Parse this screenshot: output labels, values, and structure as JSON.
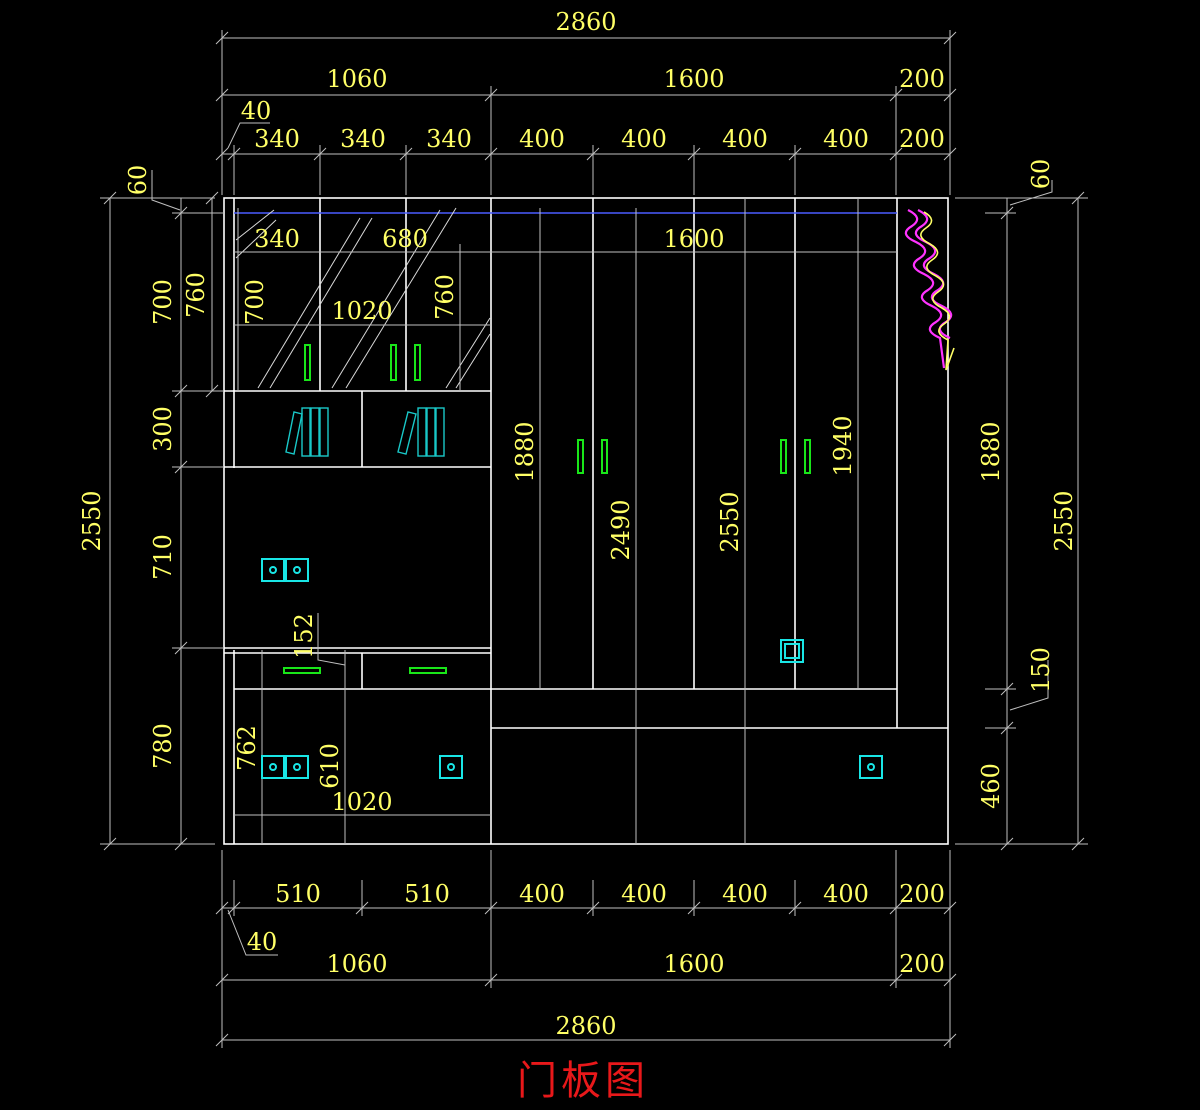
{
  "title": "门板图",
  "colors": {
    "background": "#000000",
    "outline": "#ffffff",
    "dimension_text": "#ffff66",
    "handles": "#19e619",
    "sockets": "#19e6e6",
    "hanger_symbol": "#ff33ff",
    "rail": "#4a5cff",
    "title": "#e8181a"
  },
  "dimensions": {
    "top_total": "2860",
    "top_mid": [
      "1060",
      "1600",
      "200"
    ],
    "top_detail": [
      "340",
      "340",
      "340",
      "400",
      "400",
      "400",
      "400",
      "200"
    ],
    "top_offset": "40",
    "bottom_detail": [
      "510",
      "510",
      "400",
      "400",
      "400",
      "400",
      "200"
    ],
    "bottom_offset": "40",
    "bottom_mid": [
      "1060",
      "1600",
      "200"
    ],
    "bottom_total": "2860",
    "left_offset": "60",
    "left_outer": "2550",
    "left_chain": [
      "700",
      "300",
      "710",
      "780"
    ],
    "left_inner": "760",
    "right_offset": "60",
    "right_inner": [
      "1880",
      "150",
      "460"
    ],
    "right_outer": "2550",
    "inner": {
      "glass_340": "340",
      "glass_680": "680",
      "glass_700": "700",
      "glass_1020": "1020",
      "glass_760": "760",
      "wardrobe_1600": "1600",
      "h_1880": "1880",
      "h_2490": "2490",
      "h_2550": "2550",
      "h_1940": "1940",
      "drawer_152": "152",
      "drawer_762": "762",
      "drawer_610": "610",
      "desk_1020": "1020"
    }
  },
  "symbols": {
    "handle": "door-handle-icon",
    "socket": "power-socket-icon",
    "books": "books-icon",
    "hanger": "clothes-hanging-icon"
  }
}
